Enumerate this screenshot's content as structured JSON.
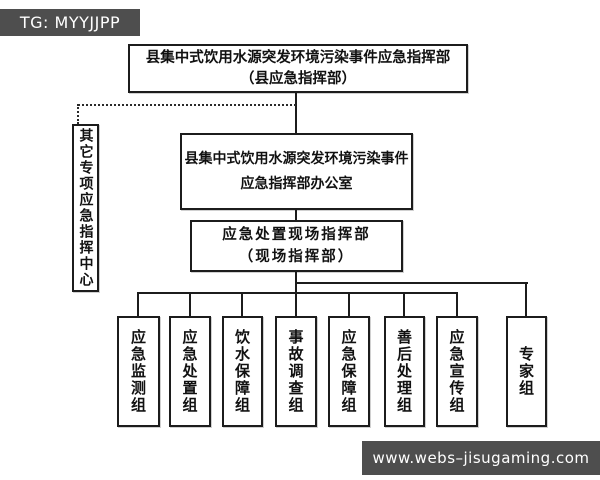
{
  "watermarks": {
    "top_left": "TG: MYYJJPP",
    "bottom_right": "www.webs–jisugaming.com"
  },
  "org": {
    "county_hq": {
      "line1": "县集中式饮用水源突发环境污染事件应急指挥部",
      "line2": "（县应急指挥部）"
    },
    "other_center": "其它专项应急指挥中心",
    "office": {
      "line1": "县集中式饮用水源突发环境污染事件",
      "line2": "应急指挥部办公室"
    },
    "field_hq": {
      "line1": "应急处置现场指挥部",
      "line2": "（现场指挥部）"
    },
    "groups": [
      "应急监测组",
      "应急处置组",
      "饮水保障组",
      "事故调查组",
      "应急保障组",
      "善后处理组",
      "应急宣传组",
      "专家组"
    ]
  },
  "colors": {
    "banner_bg": "#4e4e4e",
    "line": "#1c1c1c",
    "text": "#111111",
    "background": "#ffffff"
  }
}
